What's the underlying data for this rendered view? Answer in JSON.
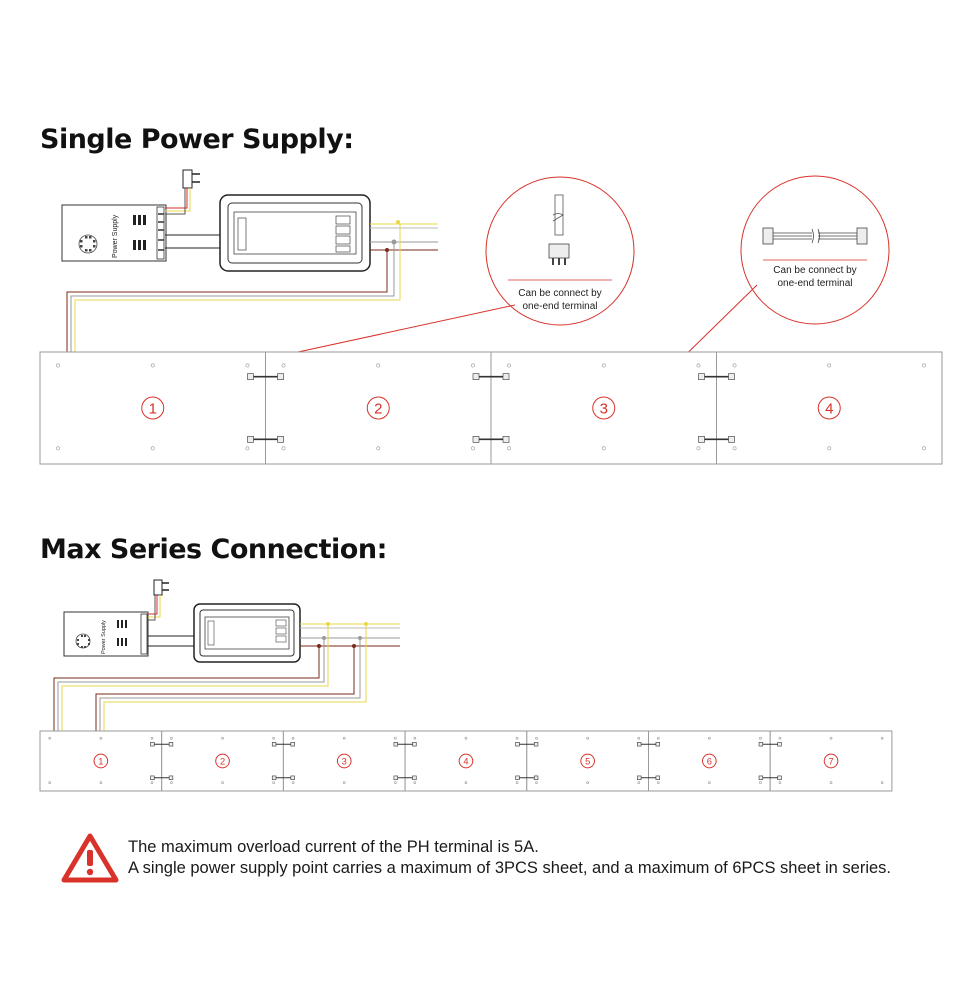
{
  "section_single": {
    "title": "Single Power Supply:",
    "power_supply_label": "Power Supply",
    "callout_left": {
      "line1": "Can be connect by",
      "line2": "one-end terminal"
    },
    "callout_right": {
      "line1": "Can be connect by",
      "line2": "one-end terminal"
    },
    "panels": [
      "1",
      "2",
      "3",
      "4"
    ]
  },
  "section_series": {
    "title": "Max Series Connection:",
    "power_supply_label": "Power Supply",
    "panels": [
      "1",
      "2",
      "3",
      "4",
      "5",
      "6",
      "7"
    ]
  },
  "warning": {
    "icon": "warning-triangle-icon",
    "line1": "The maximum overload current of the PH terminal is 5A.",
    "line2": "A single power supply point carries a maximum of 3PCS sheet, and a maximum of 6PCS sheet in series."
  },
  "colors": {
    "accent_red": "#d8322a",
    "wire_yellow": "#e8d84a",
    "wire_brown": "#7a2a1a",
    "wire_gray": "#9a9a9a",
    "panel_border": "#9a9a9a"
  }
}
